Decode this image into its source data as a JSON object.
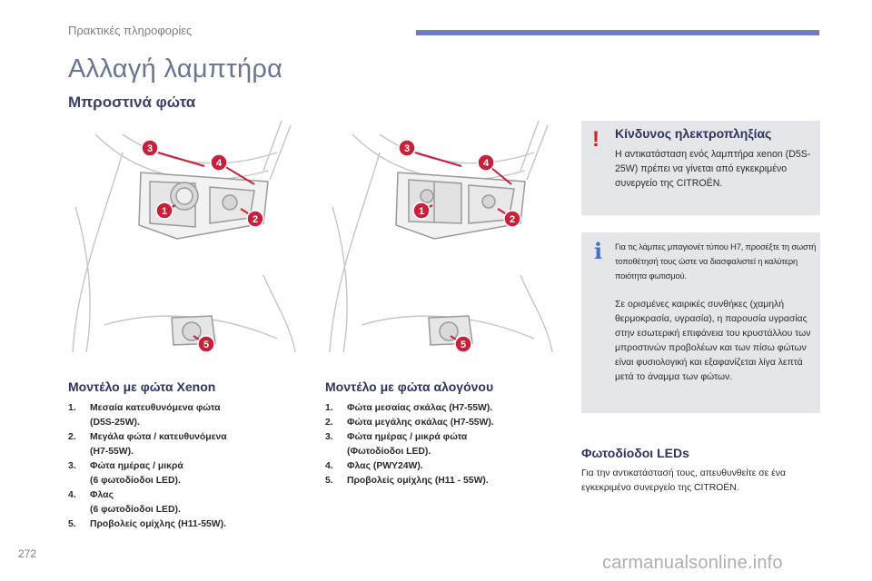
{
  "header": {
    "section_label": "Πρακτικές πληροφορίες",
    "bar_color": "#6e7fbf"
  },
  "title": "Αλλαγή λαμπτήρα",
  "subtitle": "Μπροστινά φώτα",
  "illustrations": {
    "xenon_callouts": [
      "1",
      "2",
      "3",
      "4",
      "5"
    ],
    "halogen_callouts": [
      "1",
      "2",
      "3",
      "4",
      "5"
    ],
    "callout_color": "#c8203a"
  },
  "xenon": {
    "heading": "Μοντέλο με φώτα Xenon",
    "items": [
      {
        "num": "1.",
        "text": "Μεσαία κατευθυνόμενα φώτα\n(D5S-25W)."
      },
      {
        "num": "2.",
        "text": "Μεγάλα φώτα / κατευθυνόμενα\n(H7-55W)."
      },
      {
        "num": "3.",
        "text": "Φώτα ημέρας / μικρά\n(6 φωτοδίοδοι LED)."
      },
      {
        "num": "4.",
        "text": "Φλας\n(6 φωτοδίοδοι LED)."
      },
      {
        "num": "5.",
        "text": "Προβολείς ομίχλης (H11-55W)."
      }
    ]
  },
  "halogen": {
    "heading": "Μοντέλο με φώτα αλογόνου",
    "items": [
      {
        "num": "1.",
        "text": "Φώτα μεσαίας σκάλας (H7-55W)."
      },
      {
        "num": "2.",
        "text": "Φώτα μεγάλης σκάλας (H7-55W)."
      },
      {
        "num": "3.",
        "text": "Φώτα ημέρας / μικρά φώτα\n(Φωτοδίοδοι LED)."
      },
      {
        "num": "4.",
        "text": "Φλας (PWY24W)."
      },
      {
        "num": "5.",
        "text": "Προβολείς ομίχλης (H11 - 55W)."
      }
    ]
  },
  "danger": {
    "icon": "warning-exclamation-icon",
    "icon_color": "#d42027",
    "title": "Κίνδυνος ηλεκτροπληξίας",
    "text": "Η αντικατάσταση ενός λαμπτήρα xenon (D5S-25W) πρέπει να γίνεται από εγκεκριμένο συνεργείο της CITROËN."
  },
  "info": {
    "icon": "info-icon",
    "icon_color": "#3f72c8",
    "text_1": "Για τις λάμπες μπαγιονέτ τύπου H7, προσέξτε τη σωστή τοποθέτησή τους ώστε να διασφαλιστεί η καλύτερη ποιότητα φωτισμού.",
    "text_2": "Σε ορισμένες καιρικές συνθήκες (χαμηλή θερμοκρασία, υγρασία), η παρουσία υγρασίας στην εσωτερική επιφάνεια του κρυστάλλου των μπροστινών προβολέων και των πίσω φώτων είναι φυσιολογική και εξαφανίζεται λίγα λεπτά μετά το άναμμα των φώτων."
  },
  "leds": {
    "heading": "Φωτοδίοδοι LEDs",
    "text": "Για την αντικατάστασή τους, απευθυνθείτε σε ένα εγκεκριμένο συνεργείο της CITROËN."
  },
  "page_number": "272",
  "watermark": "carmanualsonline.info"
}
